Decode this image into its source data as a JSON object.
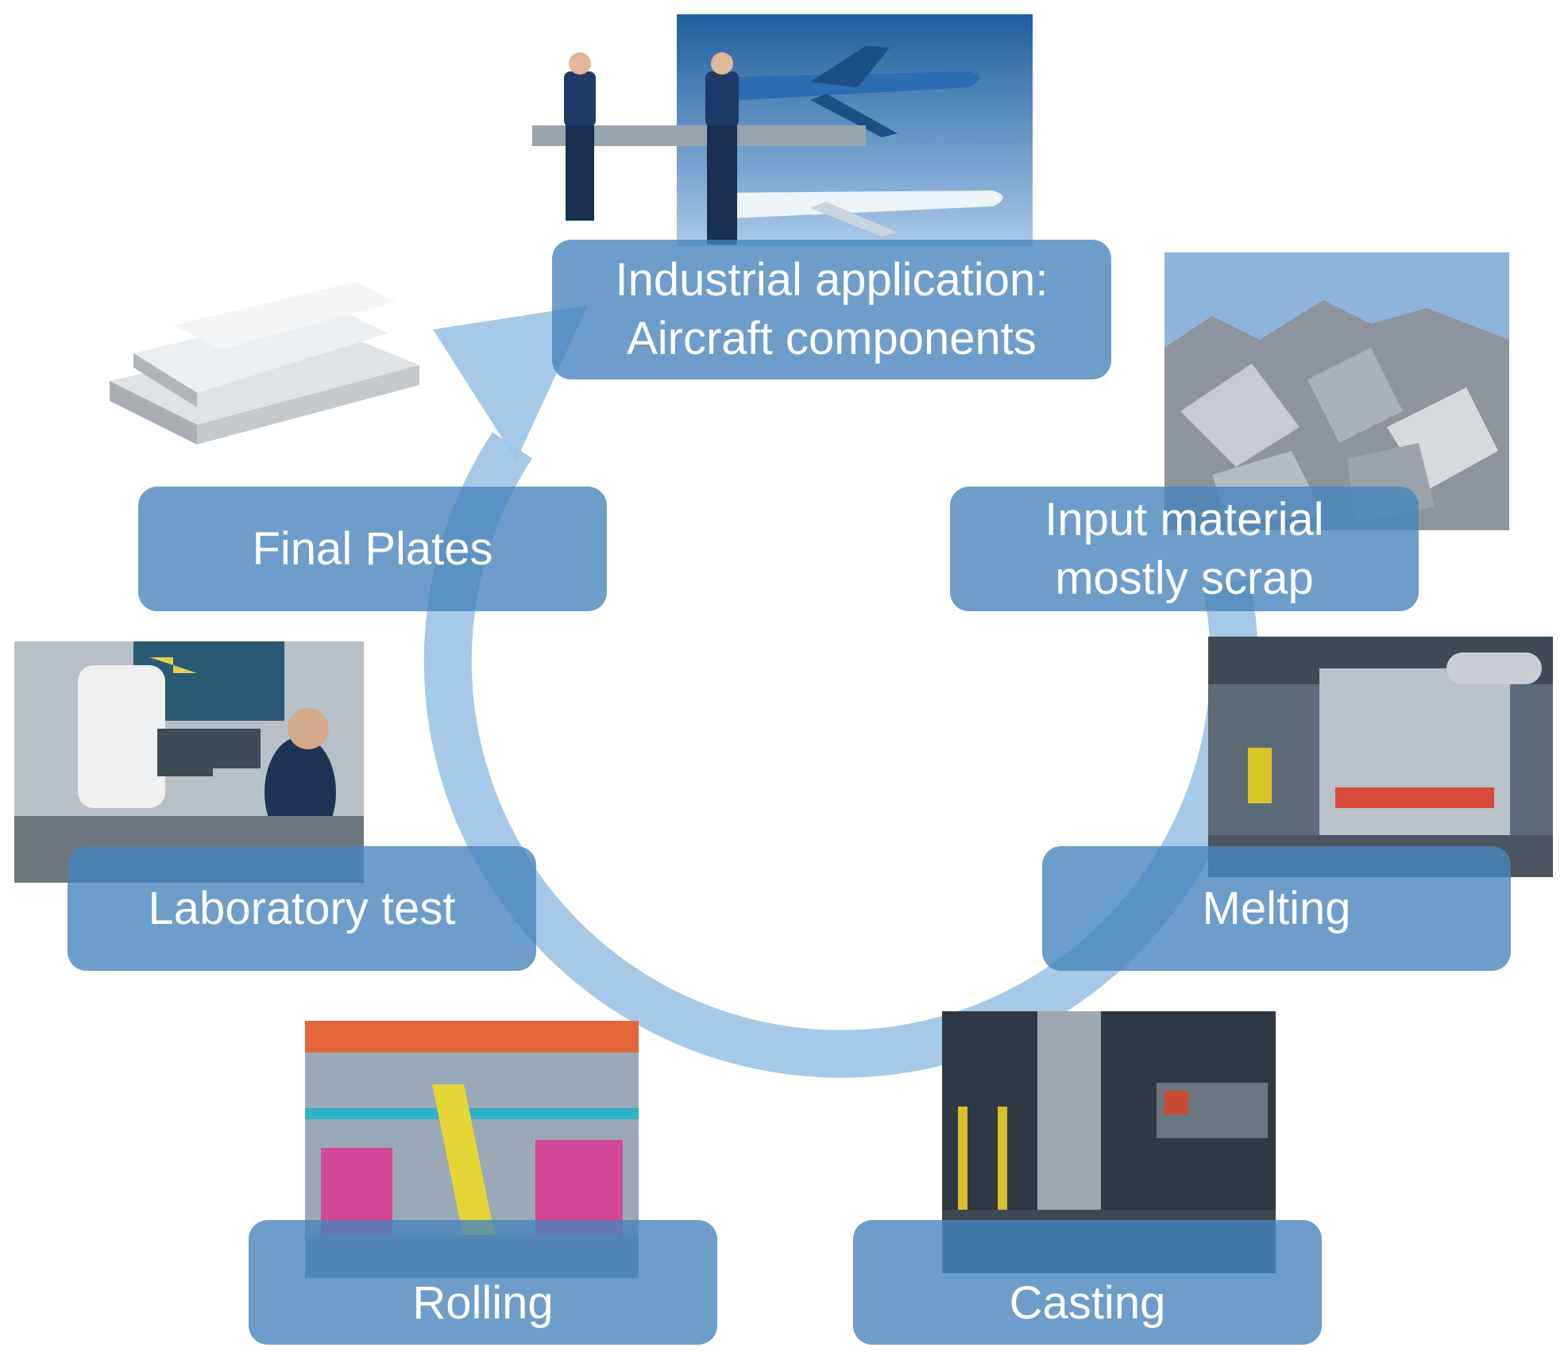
{
  "colors": {
    "arrow": "#9cc3e6",
    "label_box": "#4884ba",
    "label_text": "#ffffff"
  },
  "stages": [
    {
      "id": "industrial",
      "label": "Industrial application:\nAircraft components",
      "photo": "aircraft-and-workers-photo"
    },
    {
      "id": "input",
      "label": "Input material\nmostly scrap",
      "photo": "scrap-pile-photo"
    },
    {
      "id": "melting",
      "label": "Melting",
      "photo": "melting-furnace-photo"
    },
    {
      "id": "casting",
      "label": "Casting",
      "photo": "casting-hall-photo"
    },
    {
      "id": "rolling",
      "label": "Rolling",
      "photo": "rolling-mill-photo"
    },
    {
      "id": "lab",
      "label": "Laboratory test",
      "photo": "laboratory-microscope-photo"
    },
    {
      "id": "plates",
      "label": "Final Plates",
      "photo": "aluminium-plates-photo"
    }
  ],
  "cycle_direction": "clockwise"
}
